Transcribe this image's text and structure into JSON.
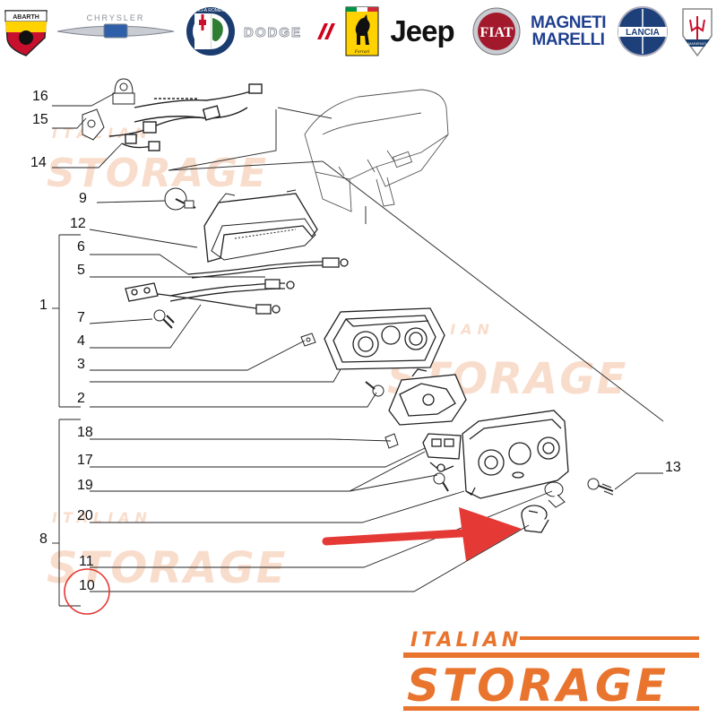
{
  "brands": {
    "abarth": {
      "name": "ABARTH",
      "color": "#c8102e"
    },
    "chrysler": {
      "name": "CHRYSLER",
      "color": "#8a8f99"
    },
    "alfa_romeo": {
      "name": "ALFA ROMEO",
      "color": "#c8102e"
    },
    "dodge": {
      "name": "DODGE",
      "color": "#d0021b"
    },
    "ferrari": {
      "name": "Ferrari",
      "color": "#ffd200"
    },
    "jeep": {
      "name": "Jeep",
      "color": "#111111"
    },
    "fiat": {
      "name": "FIAT",
      "color": "#a3192c"
    },
    "magneti_marelli": {
      "line1": "MAGNETI",
      "line2": "MARELLI",
      "color": "#1f3f8f"
    },
    "lancia": {
      "name": "LANCIA",
      "color": "#1d3f7a"
    },
    "maserati": {
      "name": "MASERATI",
      "color": "#1b3e70"
    }
  },
  "callouts": [
    "16",
    "15",
    "14",
    "9",
    "12",
    "6",
    "5",
    "1",
    "7",
    "4",
    "3",
    "2",
    "18",
    "17",
    "19",
    "20",
    "8",
    "11",
    "10",
    "13"
  ],
  "highlight": {
    "callout": "10",
    "circle_color": "#e53935",
    "arrow_color": "#e53935"
  },
  "watermark": {
    "word1": "ITALIAN",
    "word2": "STORAGE",
    "color": "#f3b58f"
  },
  "footer_logo": {
    "word1": "ITALIAN",
    "word2": "STORAGE",
    "color": "#e8742e"
  }
}
